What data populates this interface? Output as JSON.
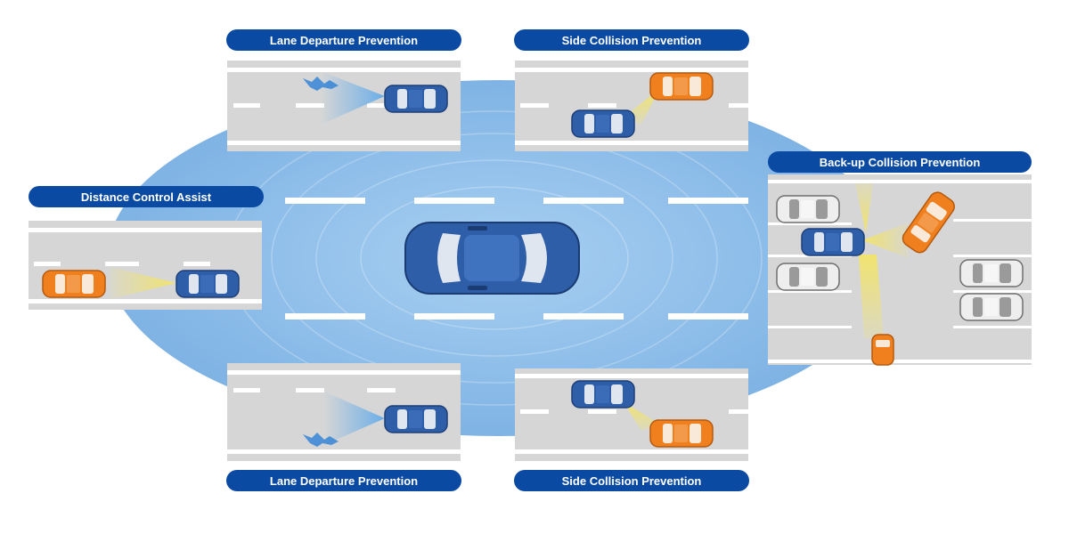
{
  "labels": {
    "lane_departure_top": "Lane Departure Prevention",
    "side_collision_top": "Side Collision Prevention",
    "distance_control": "Distance Control Assist",
    "backup_collision": "Back-up Collision Prevention",
    "lane_departure_bottom": "Lane Departure Prevention",
    "side_collision_bottom": "Side Collision Prevention"
  },
  "colors": {
    "label_bg": "#0a4aa3",
    "sensor_ellipse": "#8fbfe8",
    "road": "#d6d6d6",
    "host_car": "#2f5ea8",
    "other_car": "#f07f1e",
    "parked_car": "#e6e6e6",
    "sensor_beam": "#f2e46a"
  }
}
